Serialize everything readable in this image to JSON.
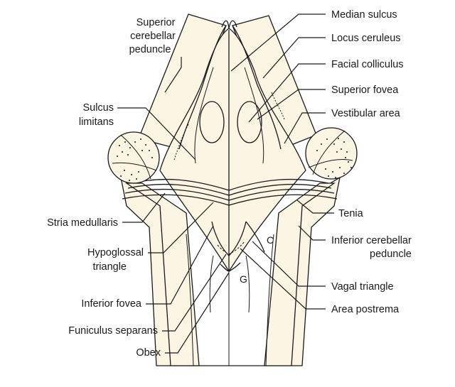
{
  "labels": {
    "superior_cerebellar_peduncle": [
      "Superior",
      "cerebellar",
      "peduncle"
    ],
    "sulcus_limitans": [
      "Sulcus",
      "limitans"
    ],
    "stria_medullaris": "Stria medullaris",
    "hypoglossal_triangle": [
      "Hypoglossal",
      "triangle"
    ],
    "inferior_fovea": "Inferior fovea",
    "funiculus_separans": "Funiculus separans",
    "obex": "Obex",
    "median_sulcus": "Median sulcus",
    "locus_ceruleus": "Locus ceruleus",
    "facial_colliculus": "Facial colliculus",
    "superior_fovea": "Superior fovea",
    "vestibular_area": "Vestibular area",
    "tenia": "Tenia",
    "inferior_cerebellar_peduncle": [
      "Inferior cerebellar",
      "peduncle"
    ],
    "vagal_triangle": "Vagal triangle",
    "area_postrema": "Area postrema"
  },
  "letters": {
    "c": "C",
    "g": "G"
  },
  "colors": {
    "fill": "#fbf6e3",
    "ink": "#1a1a1a",
    "background": "#ffffff"
  }
}
